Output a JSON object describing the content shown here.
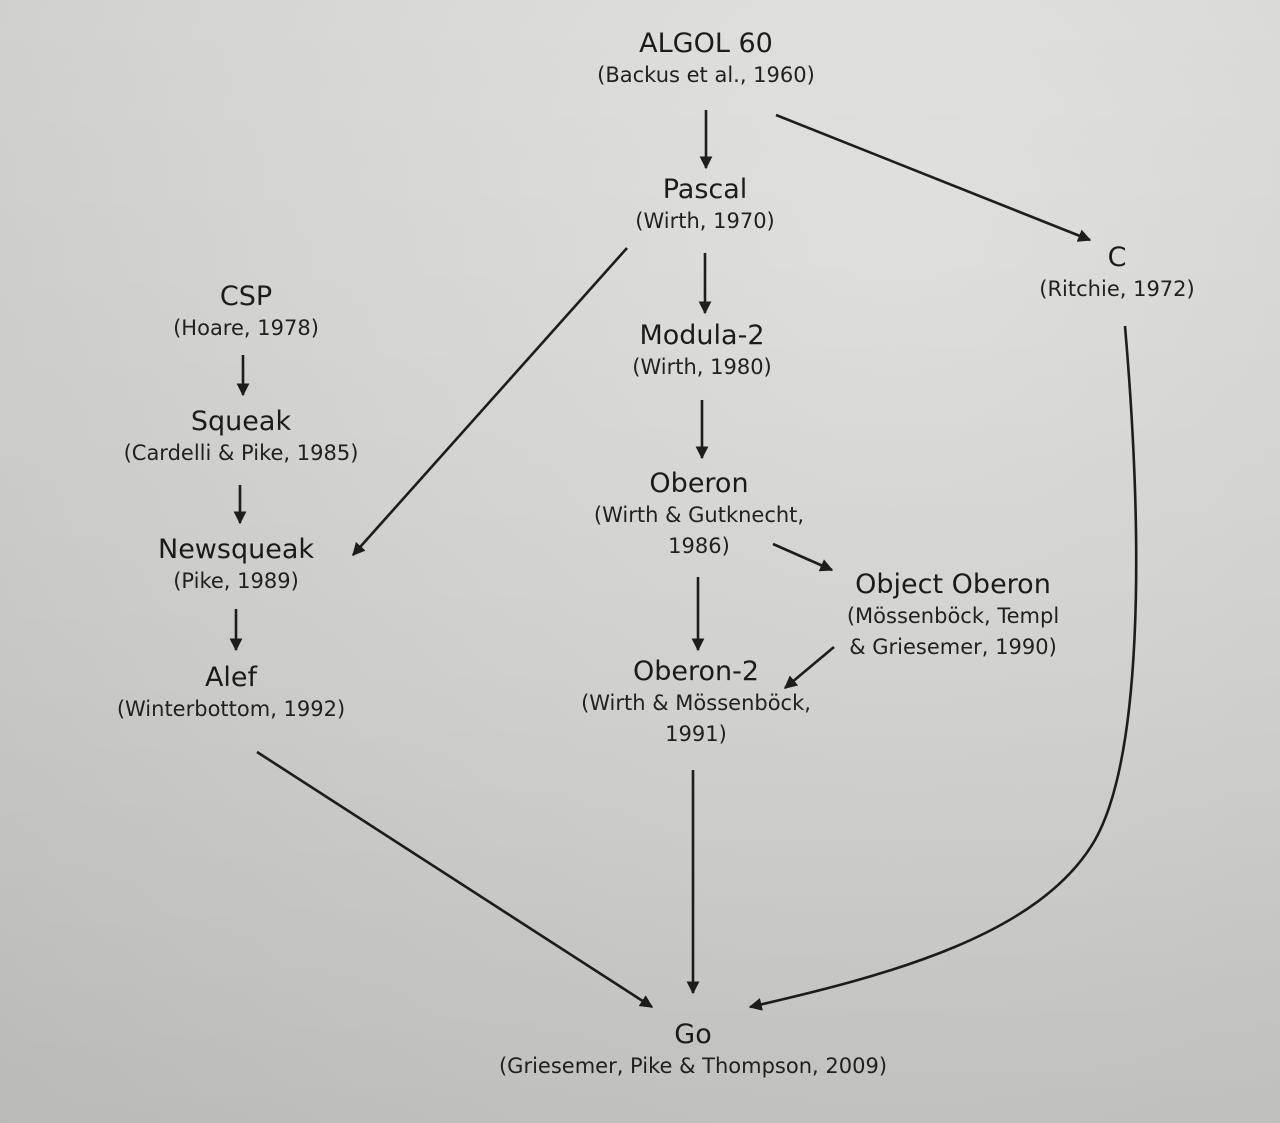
{
  "nodes": {
    "algol60": {
      "name": "ALGOL 60",
      "cite": "(Backus et al., 1960)"
    },
    "pascal": {
      "name": "Pascal",
      "cite": "(Wirth, 1970)"
    },
    "c": {
      "name": "C",
      "cite": "(Ritchie, 1972)"
    },
    "csp": {
      "name": "CSP",
      "cite": "(Hoare, 1978)"
    },
    "modula2": {
      "name": "Modula-2",
      "cite": "(Wirth, 1980)"
    },
    "squeak": {
      "name": "Squeak",
      "cite": "(Cardelli & Pike, 1985)"
    },
    "oberon": {
      "name": "Oberon",
      "cite1": "(Wirth & Gutknecht,",
      "cite2": "1986)"
    },
    "newsqueak": {
      "name": "Newsqueak",
      "cite": "(Pike, 1989)"
    },
    "object_oberon": {
      "name": "Object Oberon",
      "cite1": "(Mössenböck, Templ",
      "cite2": "& Griesemer, 1990)"
    },
    "alef": {
      "name": "Alef",
      "cite": "(Winterbottom, 1992)"
    },
    "oberon2": {
      "name": "Oberon-2",
      "cite1": "(Wirth & Mössenböck,",
      "cite2": "1991)"
    },
    "go": {
      "name": "Go",
      "cite": "(Griesemer, Pike & Thompson, 2009)"
    }
  },
  "edges": [
    {
      "from": "ALGOL 60",
      "to": "Pascal"
    },
    {
      "from": "ALGOL 60",
      "to": "C"
    },
    {
      "from": "Pascal",
      "to": "Modula-2"
    },
    {
      "from": "Pascal",
      "to": "Newsqueak"
    },
    {
      "from": "Modula-2",
      "to": "Oberon"
    },
    {
      "from": "Oberon",
      "to": "Object Oberon"
    },
    {
      "from": "Oberon",
      "to": "Oberon-2"
    },
    {
      "from": "Object Oberon",
      "to": "Oberon-2"
    },
    {
      "from": "CSP",
      "to": "Squeak"
    },
    {
      "from": "Squeak",
      "to": "Newsqueak"
    },
    {
      "from": "Newsqueak",
      "to": "Alef"
    },
    {
      "from": "Alef",
      "to": "Go"
    },
    {
      "from": "Oberon-2",
      "to": "Go"
    },
    {
      "from": "C",
      "to": "Go"
    }
  ],
  "colors": {
    "ink": "#1e1e1e",
    "paper": "#d6d6d4"
  }
}
